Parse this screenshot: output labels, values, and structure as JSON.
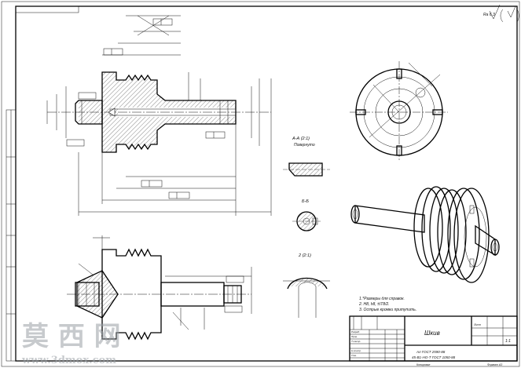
{
  "sheet": {
    "roughness_symbol": "Ra 6,3",
    "view_labels": {
      "section_aa": "А-А (2:1)",
      "section_aa_sub": "Повернуто",
      "section_bb": "Б-Б",
      "detail_scale": "2 (2:1)"
    },
    "notes": [
      "1.*Размеры для справок.",
      "2. Н8, h8, ±IT8/2.",
      "3. Острые кромки притупить."
    ],
    "title_block": {
      "part_name": "Шкив",
      "material_line1": "Ал ГОСТ 2590-88",
      "material_line2": "45-В1-НО-Т ГОСТ 1050-88",
      "sheet_label": "Лист",
      "format_label": "Формат А3",
      "copied_label": "Копировал",
      "scale": "1:1",
      "role_labels": [
        "Разраб.",
        "Пров.",
        "Т.контр.",
        "Н.контр.",
        "Утв."
      ]
    },
    "watermark": {
      "chars": "莫 西 网",
      "url": "www.3dmox.com"
    }
  }
}
